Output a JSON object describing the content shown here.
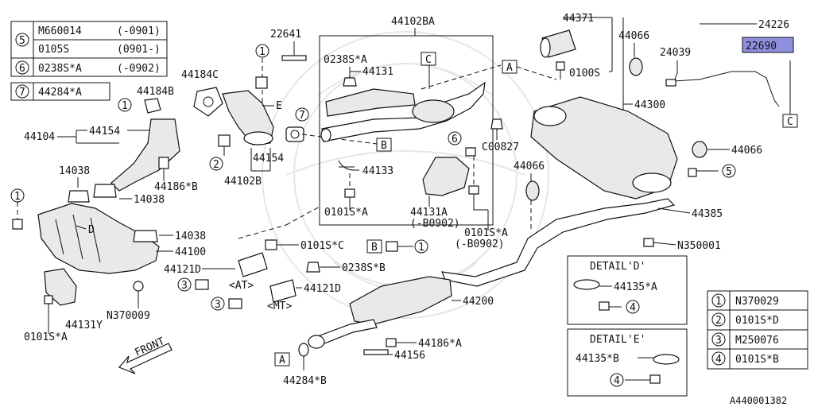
{
  "legend_top": [
    {
      "num": "5",
      "rows": [
        {
          "code": "M660014",
          "range": "(-0901)"
        },
        {
          "code": "0105S",
          "range": "(0901-)"
        }
      ]
    },
    {
      "num": "6",
      "rows": [
        {
          "code": "0238S*A",
          "range": "(-0902)"
        }
      ]
    },
    {
      "num": "7",
      "rows": [
        {
          "code": "44284*A",
          "range": ""
        }
      ]
    }
  ],
  "legend_bottom": [
    {
      "num": "1",
      "code": "N370029"
    },
    {
      "num": "2",
      "code": "0101S*D"
    },
    {
      "num": "3",
      "code": "M250076"
    },
    {
      "num": "4",
      "code": "0101S*B"
    }
  ],
  "labels": {
    "l22641": "22641",
    "l44102BA": "44102BA",
    "l44371": "44371",
    "l24226": "24226",
    "l22690": "22690",
    "l24039": "24039",
    "l44066a": "44066",
    "l44184C": "44184C",
    "l44184B": "44184B",
    "l0238SA_top": "0238S*A",
    "l44131": "44131",
    "l0100S": "0100S",
    "l44300": "44300",
    "lE": "E",
    "l44104": "44104",
    "l44154a": "44154",
    "l44154b": "44154",
    "l44102B": "44102B",
    "lC00827": "C00827",
    "l44066b": "44066",
    "l44066c": "44066",
    "l44133": "44133",
    "l14038a": "14038",
    "l14038b": "14038",
    "l14038c": "14038",
    "l44186B": "44186*B",
    "l44131A": "44131A",
    "l44131A_range": "(-B0902)",
    "l0101SA_mid": "0101S*A",
    "l0101SA_range": "(-B0902)",
    "l44385": "44385",
    "lD": "D",
    "l0101SA_center": "0101S*A",
    "l44100": "44100",
    "l0101SC": "0101S*C",
    "lN350001": "N350001",
    "l44121D_a": "44121D",
    "l0238SB": "0238S*B",
    "lAT": "<AT>",
    "lMT": "<MT>",
    "l44121D_b": "44121D",
    "lN370009": "N370009",
    "l44200": "44200",
    "l44131Y": "44131Y",
    "l0101SA_left": "0101S*A",
    "l44186A": "44186*A",
    "l44156": "44156",
    "l44284B": "44284*B",
    "lFRONT": "FRONT",
    "detailD_title": "DETAIL'D'",
    "detailD_part": "44135*A",
    "detailE_title": "DETAIL'E'",
    "detailE_part": "44135*B",
    "refA_top": "A",
    "refB_mid": "B",
    "refC_top": "C",
    "refC_right": "C",
    "refB_bolt": "B",
    "refA_bottom": "A",
    "c1": "1",
    "c2": "2",
    "c3": "3",
    "c4": "4",
    "c5": "5",
    "c6": "6",
    "c7": "7",
    "diagram_code": "A440001382"
  }
}
